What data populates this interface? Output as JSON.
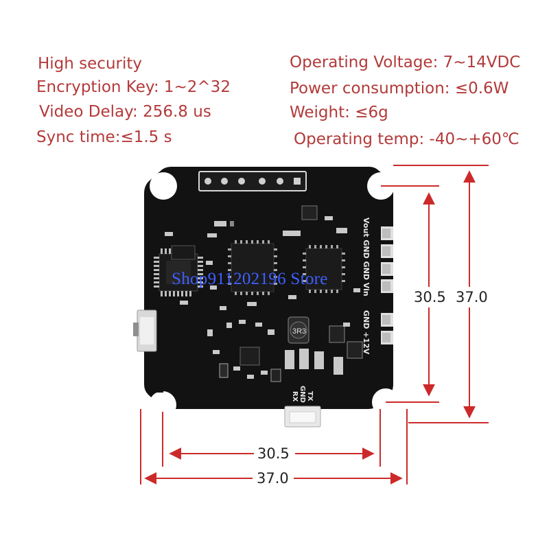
{
  "specs_left": [
    "High security",
    "Encryption Key: 1~2^32",
    "Video Delay: 256.8 us",
    "Sync time:≤1.5 s"
  ],
  "specs_right": [
    "Operating Voltage: 7~14VDC",
    "Power consumption: ≤0.6W",
    "Weight: ≤6g",
    "Operating temp: -40~+60℃"
  ],
  "watermark": "Shop911202196 Store",
  "silkscreen": {
    "right_header": "Vout GND GND Vin",
    "power_header": "GND +12V",
    "uart_header_top": "TX",
    "uart_header_mid": "GND",
    "uart_header_bottom": "RX",
    "inductor": "3R3"
  },
  "dimensions": {
    "hole_spacing_vertical": "30.5",
    "board_height": "37.0",
    "hole_spacing_horizontal": "30.5",
    "board_width": "37.0"
  },
  "colors": {
    "spec_text": "#b33a3a",
    "dimension_line": "#cc2a2a",
    "pcb": "#121212",
    "watermark": "#3f5fff"
  }
}
